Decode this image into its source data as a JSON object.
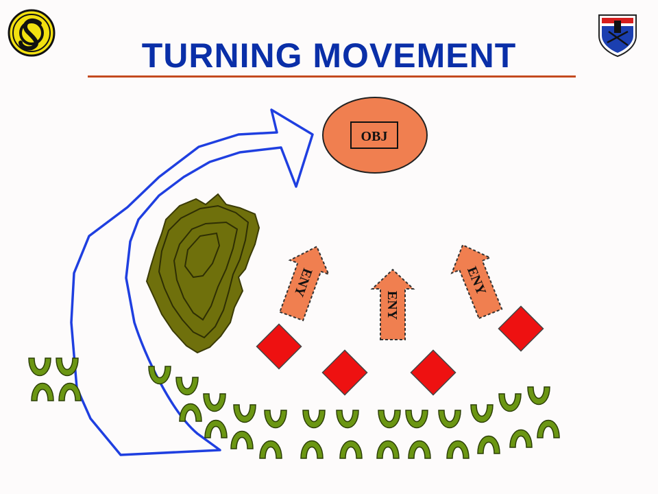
{
  "title": "TURNING MOVEMENT",
  "objective": {
    "label": "OBJ"
  },
  "enemy_arrows": [
    {
      "label": "ENY"
    },
    {
      "label": "ENY"
    },
    {
      "label": "ENY"
    }
  ],
  "colors": {
    "title": "#0a2fa8",
    "rule": "#c44a1f",
    "objective_fill": "#f07f50",
    "enemy_arrow_fill": "#f07f50",
    "turning_arrow_stroke": "#1f3fe0",
    "terrain_fill": "#6f700c",
    "enemy_position_fill": "#ee1111",
    "friendly_unit_fill": "#6b9613",
    "logo_left_fill": "#f2e010",
    "logo_right_fill": "#1b3fb0"
  },
  "icons": {
    "left_logo": "corps-emblem-icon",
    "right_logo": "unit-crest-icon",
    "friendly_unit": "infantry-arc-icon",
    "enemy_position": "enemy-diamond-icon"
  }
}
